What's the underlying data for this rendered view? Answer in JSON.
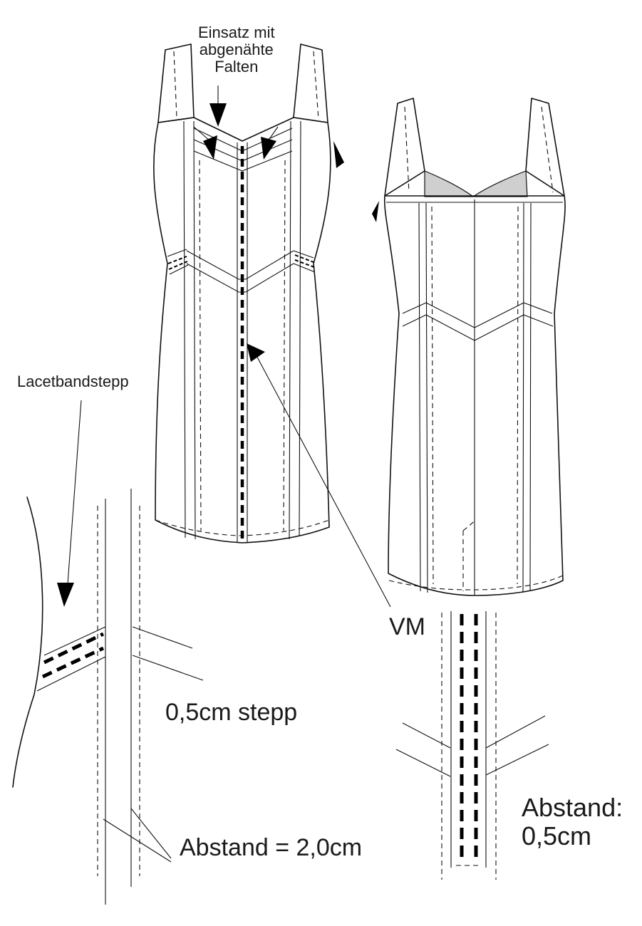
{
  "labels": {
    "pleats_insert": "Einsatz mit\nabgenähte\nFalten",
    "lacet_stitch": "Lacetbandstepp",
    "center_front": "VM",
    "stitch_05": "0,5cm stepp",
    "distance_20": "Abstand = 2,0cm",
    "distance_05": "Abstand:\n0,5cm"
  },
  "colors": {
    "line": "#111111",
    "insert_fill": "#cfcfcf",
    "background": "#ffffff"
  },
  "icons": [
    "arrow-icon"
  ]
}
